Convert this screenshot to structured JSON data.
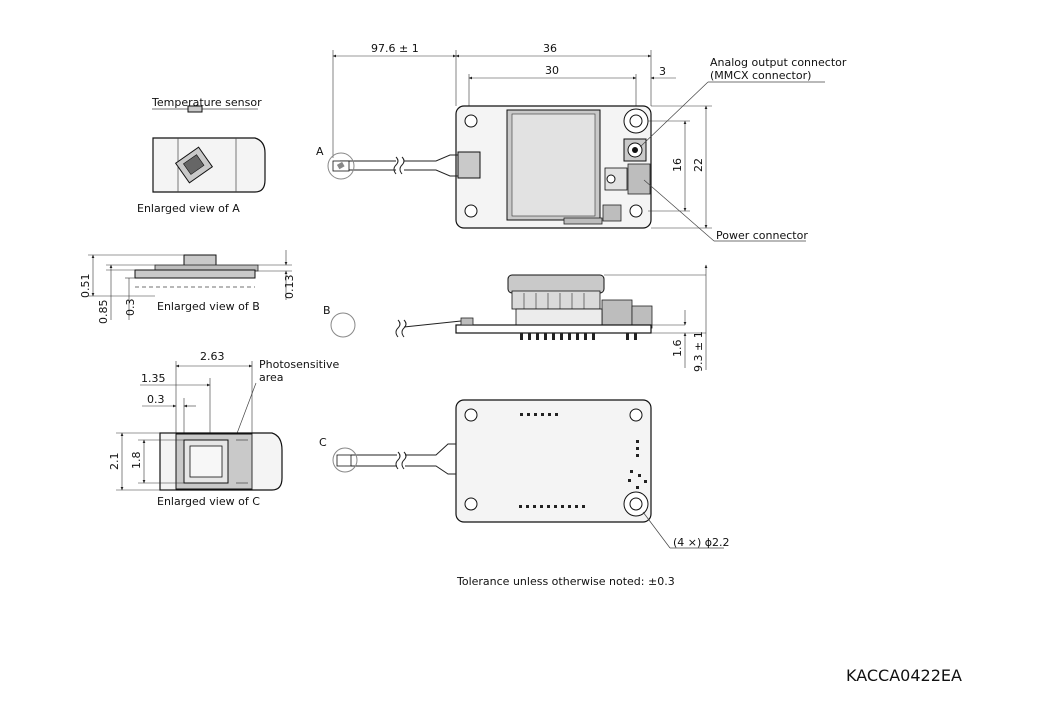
{
  "labels": {
    "temperature_sensor": "Temperature sensor",
    "enlarged_a": "Enlarged view of A",
    "enlarged_b": "Enlarged view of B",
    "enlarged_c": "Enlarged view of C",
    "photosensitive_1": "Photosensitive",
    "photosensitive_2": "area",
    "analog_1": "Analog output connector",
    "analog_2": "(MMCX connector)",
    "power_connector": "Power connector",
    "mark_a": "A",
    "mark_b": "B",
    "mark_c": "C",
    "hole_note": "(4 ×) ϕ2.2",
    "tolerance": "Tolerance unless otherwise noted: ±0.3",
    "drawing_code": "KACCA0422EA"
  },
  "dimensions": {
    "cable_length": "97.6 ± 1",
    "width_36": "36",
    "width_30": "30",
    "width_3": "3",
    "height_16": "16",
    "height_22": "22",
    "b_051": "0.51",
    "b_085": "0.85",
    "b_03": "0.3",
    "b_013": "0.13",
    "side_16": "1.6",
    "side_93": "9.3 ± 1",
    "c_263": "2.63",
    "c_135": "1.35",
    "c_03": "0.3",
    "c_21": "2.1",
    "c_18": "1.8"
  }
}
